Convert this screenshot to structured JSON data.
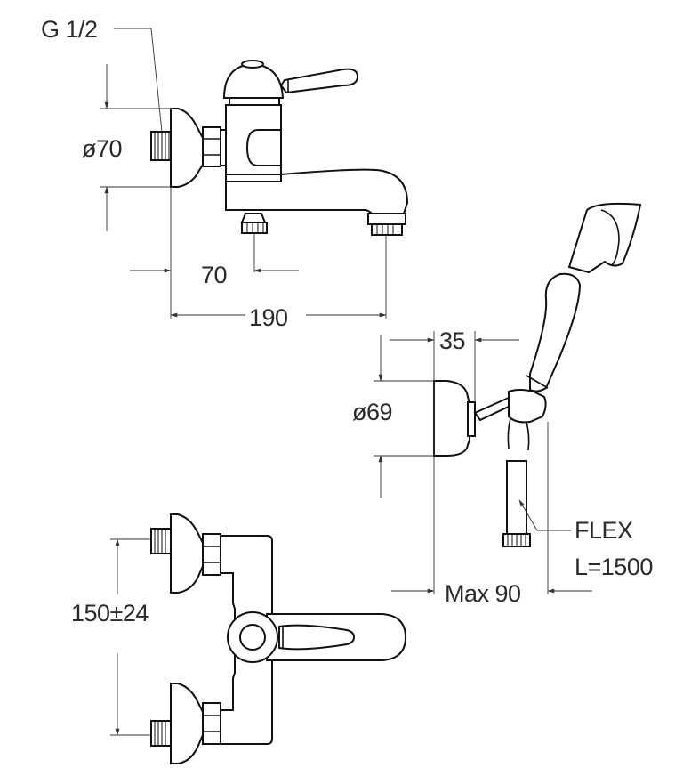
{
  "labels": {
    "thread_size": "G 1/2",
    "flange_diameter": "ø70",
    "spout_offset": "70",
    "spout_length": "190",
    "holder_depth": "35",
    "holder_diameter": "ø69",
    "hose_type": "FLEX",
    "hose_length": "L=1500",
    "holder_max": "Max 90",
    "inlet_spacing": "150±24"
  }
}
